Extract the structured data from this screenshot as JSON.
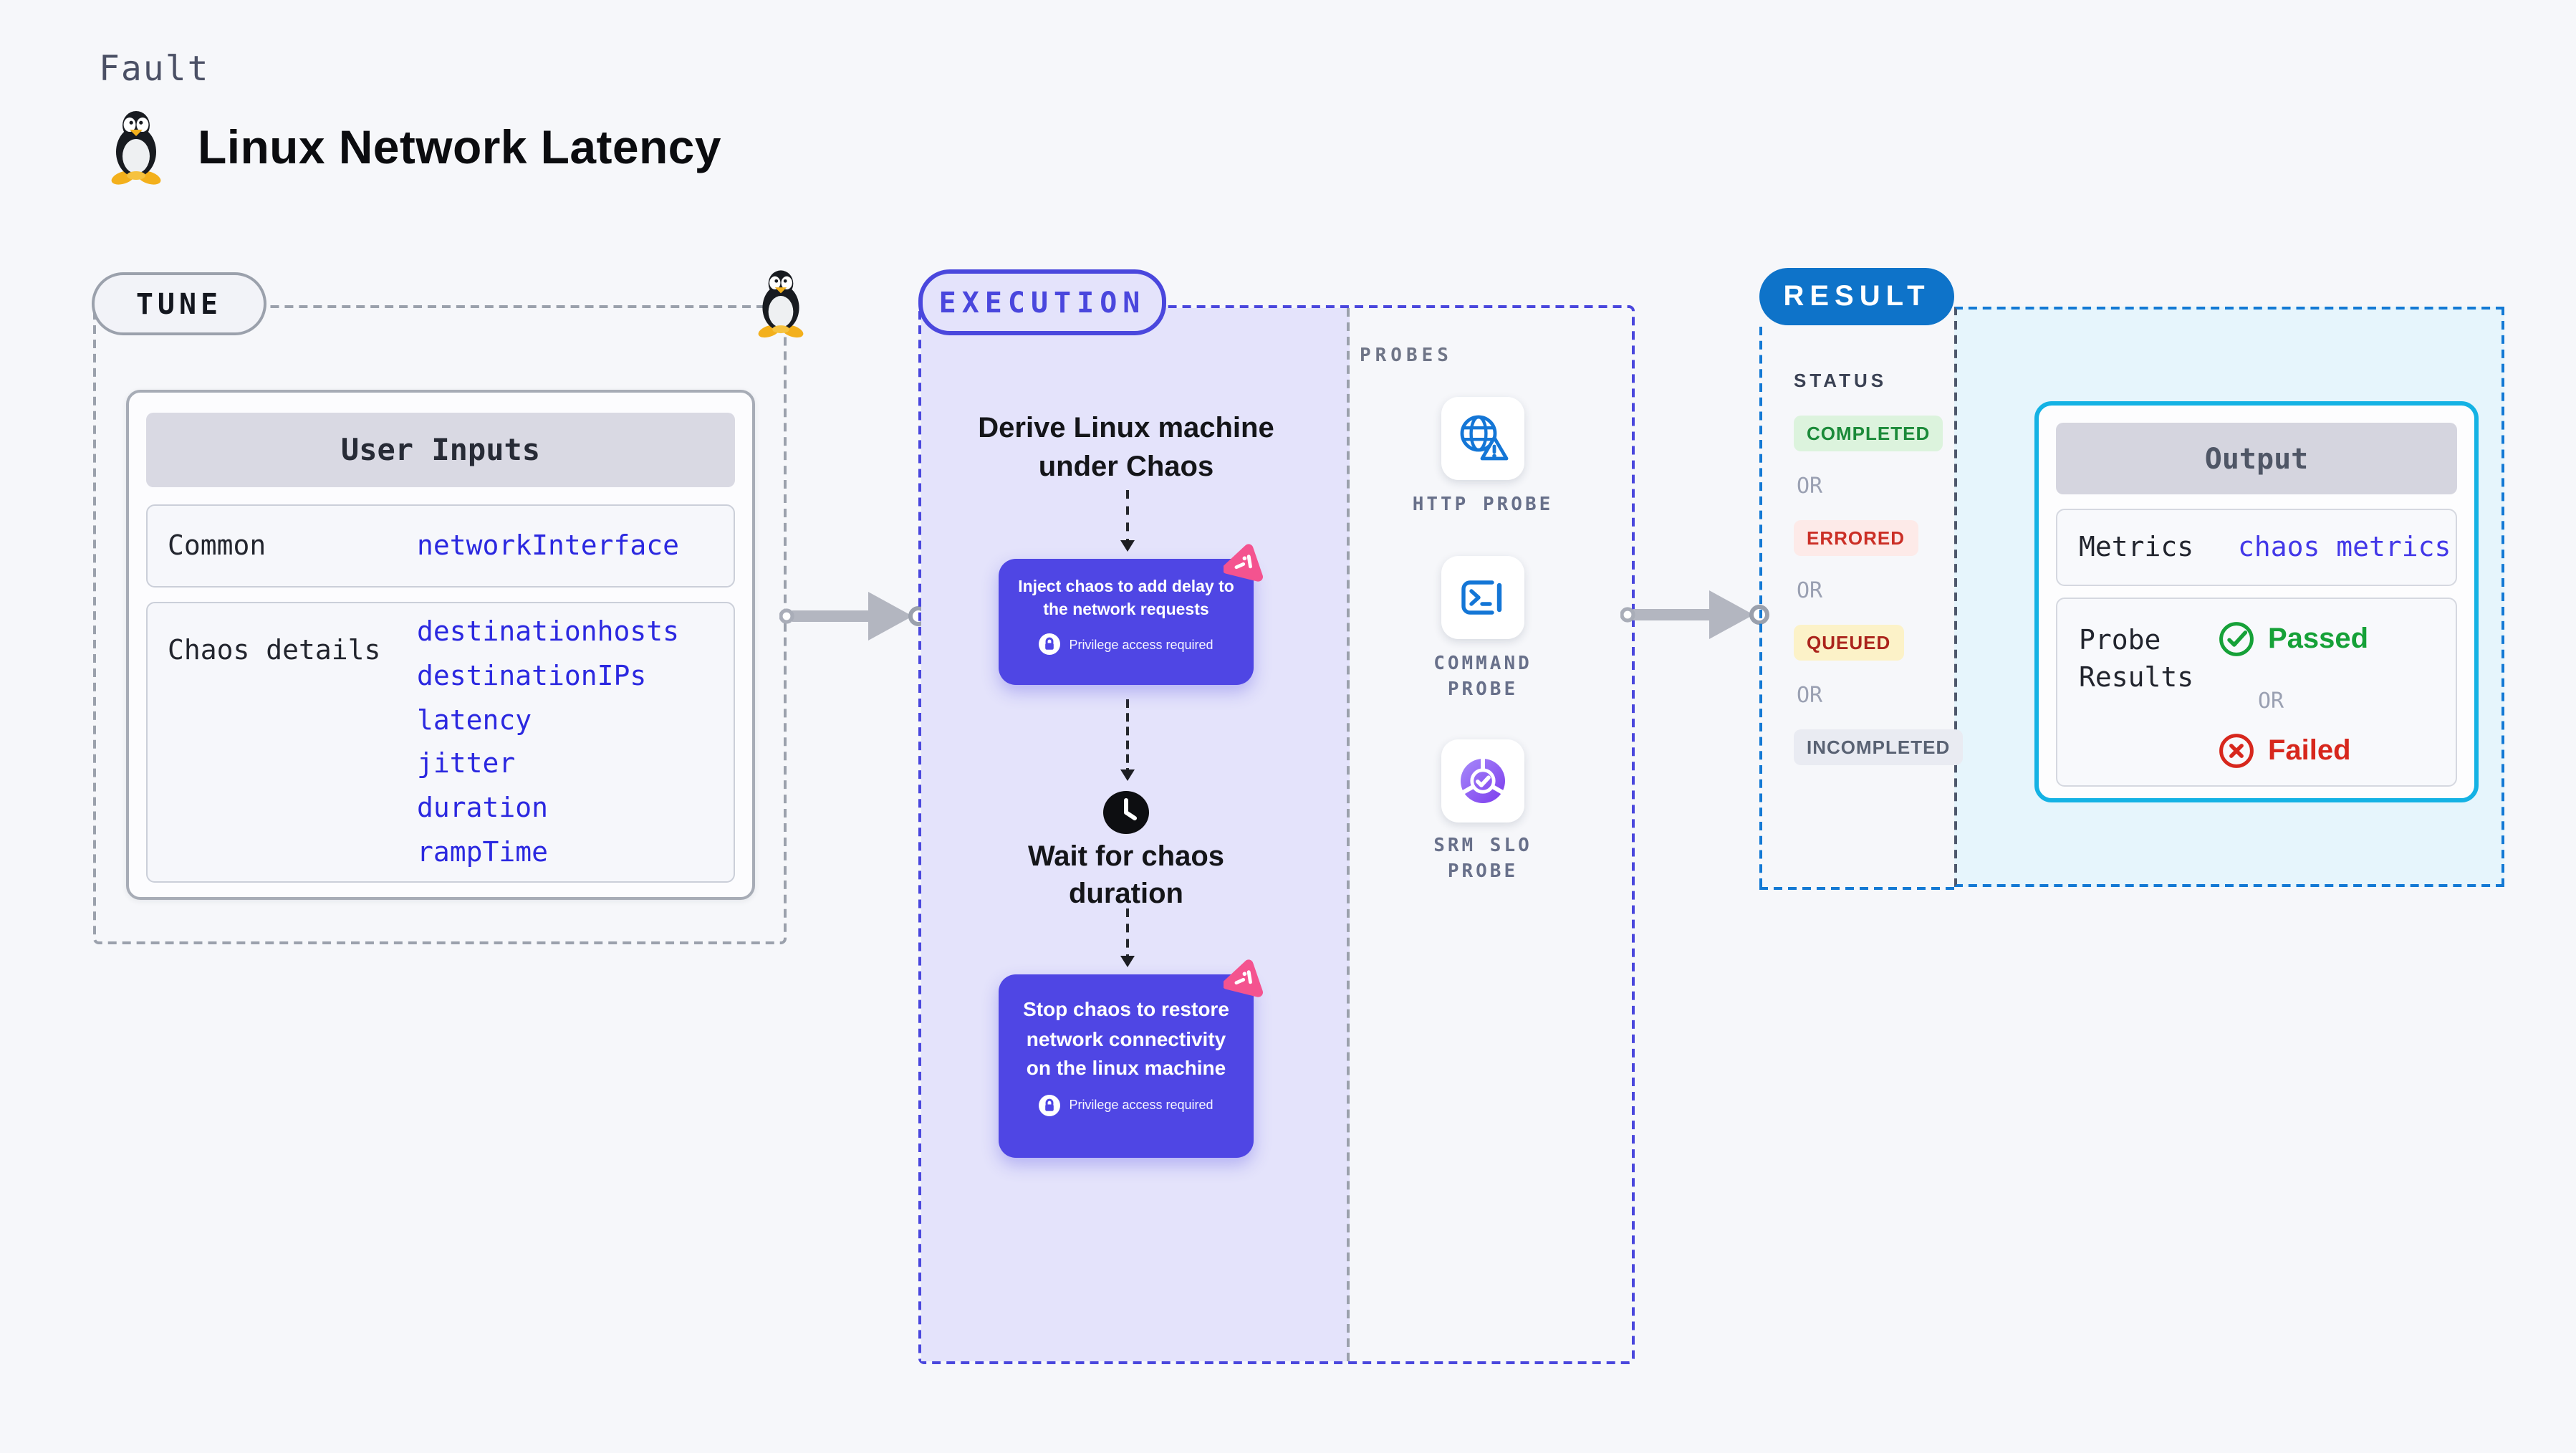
{
  "header": {
    "kicker": "Fault",
    "title": "Linux Network Latency"
  },
  "tune": {
    "pill": "TUNE",
    "card_title": "User Inputs",
    "rows": [
      {
        "label": "Common",
        "values": [
          "networkInterface"
        ]
      },
      {
        "label": "Chaos details",
        "values": [
          "destinationhosts",
          "destinationIPs",
          "latency",
          "jitter",
          "duration",
          "rampTime"
        ]
      }
    ]
  },
  "execution": {
    "pill": "EXECUTION",
    "step_derive": "Derive Linux machine under Chaos",
    "step_inject": {
      "text": "Inject chaos to add delay to the network requests",
      "note": "Privilege access required"
    },
    "step_wait": "Wait for chaos duration",
    "step_stop": {
      "text": "Stop chaos to restore network connectivity on the linux machine",
      "note": "Privilege access required"
    }
  },
  "probes": {
    "title": "PROBES",
    "items": [
      {
        "label": "HTTP PROBE",
        "icon": "globe-alert-icon"
      },
      {
        "label": "COMMAND PROBE",
        "icon": "terminal-icon"
      },
      {
        "label": "SRM SLO PROBE",
        "icon": "slo-pie-icon"
      }
    ]
  },
  "result": {
    "pill": "RESULT",
    "status_title": "STATUS",
    "or": "OR",
    "statuses": [
      "COMPLETED",
      "ERRORED",
      "QUEUED",
      "INCOMPLETED"
    ],
    "output": {
      "title": "Output",
      "metrics_label": "Metrics",
      "metrics_value": "chaos metrics",
      "probe_label": "Probe Results",
      "passed": "Passed",
      "failed": "Failed",
      "or": "OR"
    }
  },
  "colors": {
    "page_bg": "#f6f7fa",
    "indigo": "#4a47dd",
    "step_box": "#4f46e4",
    "purple_bg": "#e4e3fb",
    "chaos_pink": "#f4538f",
    "result_blue": "#0e73c9",
    "result_area_bg": "#e6f5fc",
    "output_border": "#14b2e4",
    "probe_icon_blue": "#1476d6",
    "completed": "#1b8a39",
    "errored": "#cb2f26",
    "queued": "#ab241c",
    "incompleted": "#596273",
    "passed": "#16a138",
    "failed": "#d7271d",
    "value_blue": "#2b28e0"
  }
}
